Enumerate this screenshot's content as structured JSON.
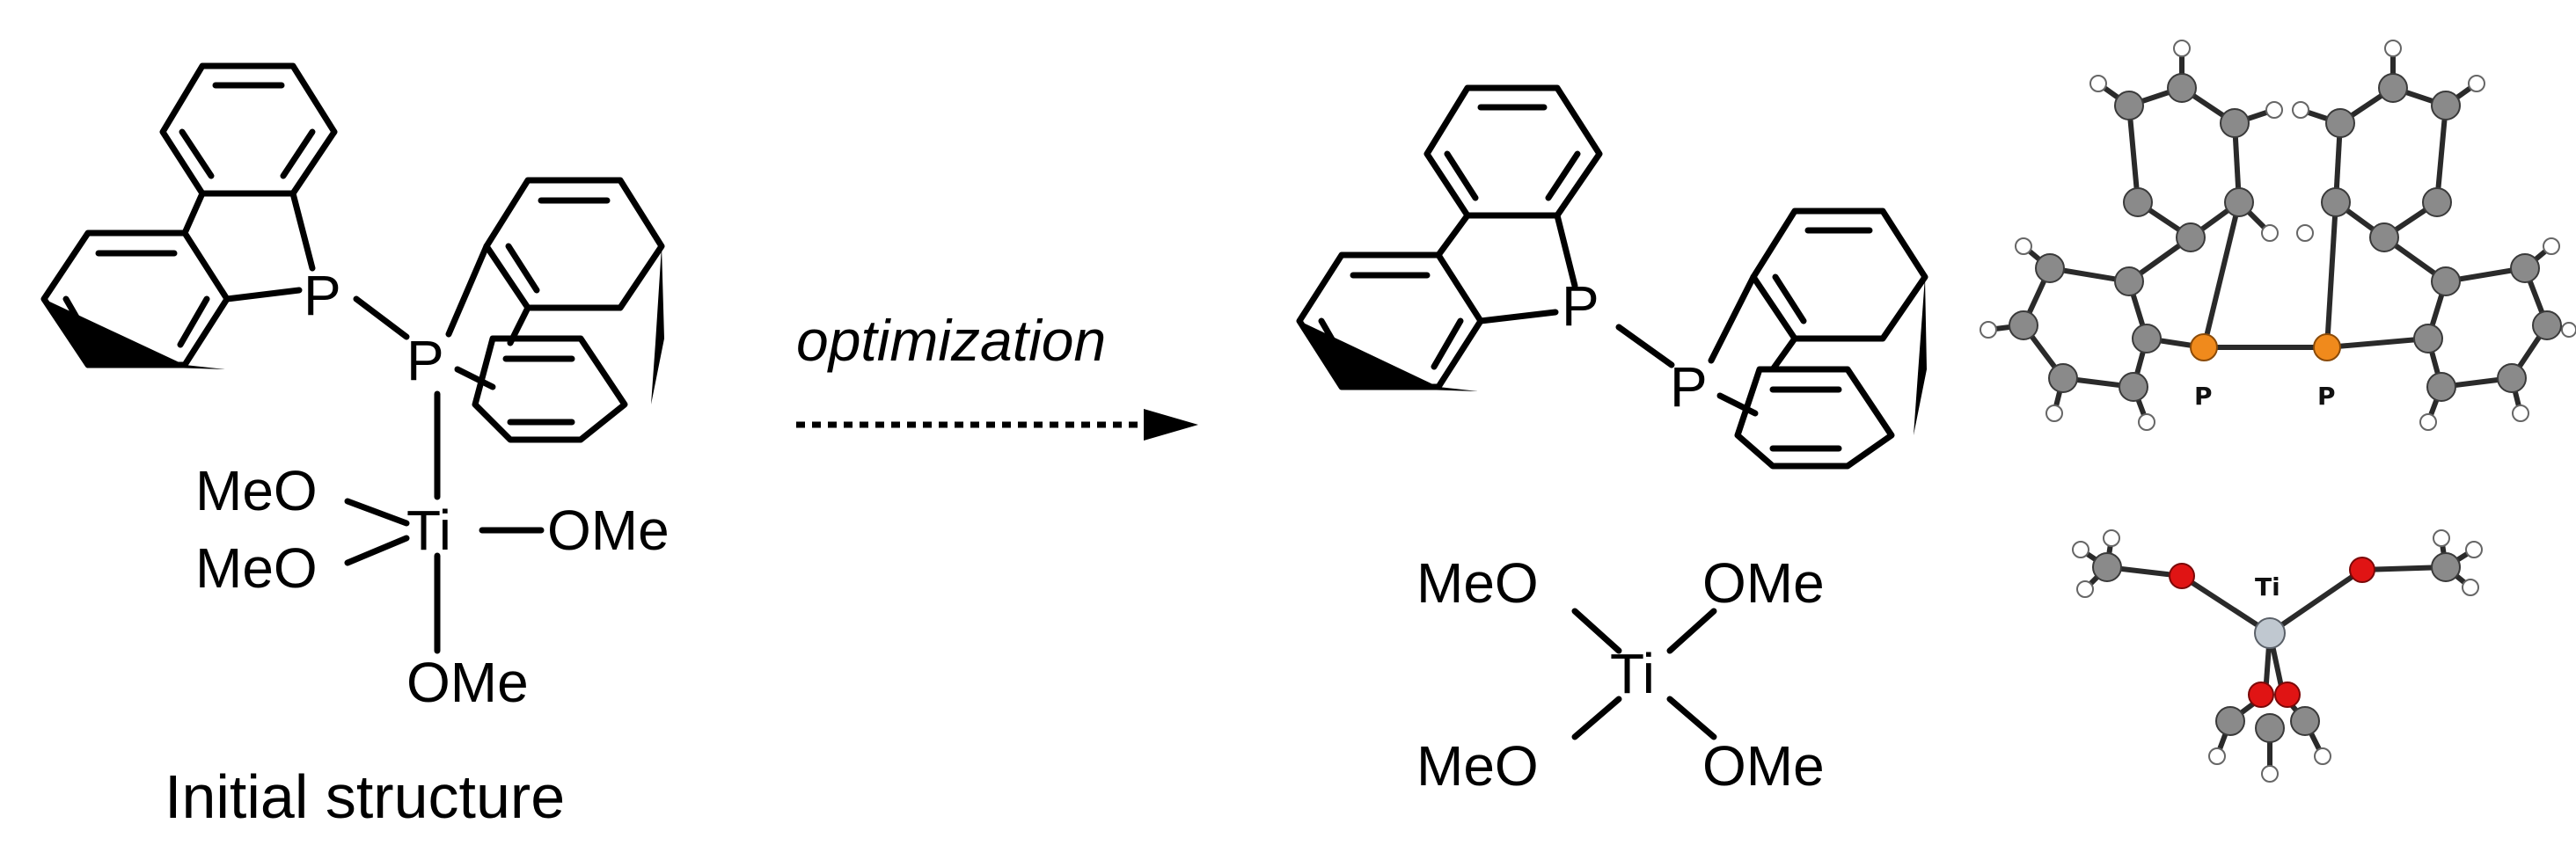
{
  "left_structure": {
    "atoms": {
      "p1": "P",
      "p2": "P",
      "ti": "Ti",
      "ome_upper_left": "MeO",
      "ome_lower_left": "MeO",
      "ome_right": "OMe",
      "ome_bottom": "OMe"
    },
    "caption": "Initial structure"
  },
  "arrow": {
    "label": "optimization"
  },
  "right_structure": {
    "atoms": {
      "p1": "P",
      "p2": "P",
      "ti": "Ti",
      "ome_top_left": "MeO",
      "ome_top_right": "OMe",
      "ome_bottom_left": "MeO",
      "ome_bottom_right": "OMe"
    }
  },
  "models": {
    "upper_labels": [
      "P",
      "P"
    ],
    "lower_label": "Ti",
    "colors": {
      "carbon": "#8a8a8a",
      "hydrogen": "#ffffff",
      "phosphorus": "#f08a1c",
      "oxygen": "#e01414",
      "titanium": "#c0c8d0"
    }
  }
}
